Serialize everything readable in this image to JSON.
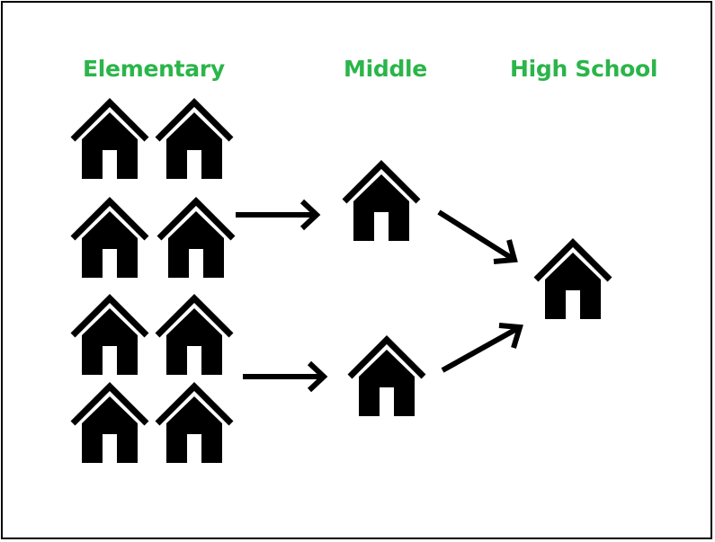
{
  "labels": {
    "elementary": "Elementary",
    "middle": "Middle",
    "high_school": "High School"
  },
  "colors": {
    "label": "#2bb54a",
    "icon": "#000000",
    "arrow": "#000000",
    "background": "#ffffff"
  },
  "icons": {
    "school": "house-icon"
  },
  "schools": {
    "elementary_count": 8,
    "middle_count": 2,
    "high_count": 1
  }
}
